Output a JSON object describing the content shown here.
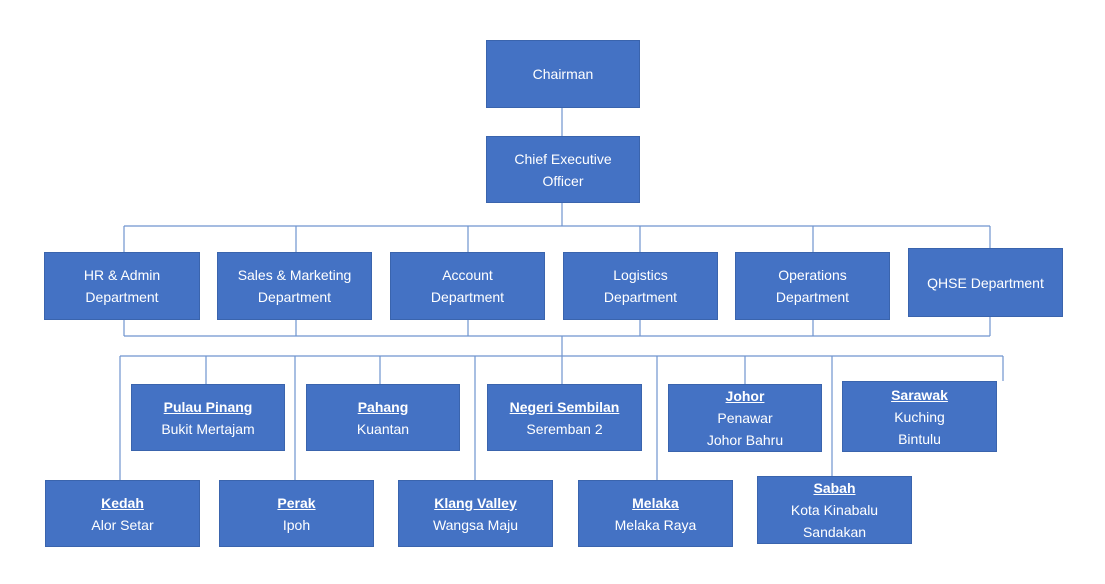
{
  "chairman": "Chairman",
  "ceo": [
    "Chief Executive",
    "Officer"
  ],
  "departments": [
    [
      "HR & Admin",
      "Department"
    ],
    [
      "Sales & Marketing",
      "Department"
    ],
    [
      "Account",
      "Department"
    ],
    [
      "Logistics",
      "Department"
    ],
    [
      "Operations",
      "Department"
    ],
    [
      "QHSE Department"
    ]
  ],
  "branches_top": [
    {
      "region": "Pulau Pinang",
      "cities": [
        "Bukit Mertajam"
      ]
    },
    {
      "region": "Pahang",
      "cities": [
        "Kuantan"
      ]
    },
    {
      "region": "Negeri Sembilan",
      "cities": [
        "Seremban 2"
      ]
    },
    {
      "region": "Johor",
      "cities": [
        "Penawar",
        "Johor Bahru"
      ]
    },
    {
      "region": "Sarawak",
      "cities": [
        "Kuching",
        "Bintulu"
      ]
    }
  ],
  "branches_bottom": [
    {
      "region": "Kedah",
      "cities": [
        "Alor Setar"
      ]
    },
    {
      "region": "Perak",
      "cities": [
        "Ipoh"
      ]
    },
    {
      "region": "Klang Valley",
      "cities": [
        "Wangsa Maju"
      ]
    },
    {
      "region": "Melaka",
      "cities": [
        "Melaka Raya"
      ]
    },
    {
      "region": "Sabah",
      "cities": [
        "Kota Kinabalu",
        "Sandakan"
      ]
    }
  ]
}
